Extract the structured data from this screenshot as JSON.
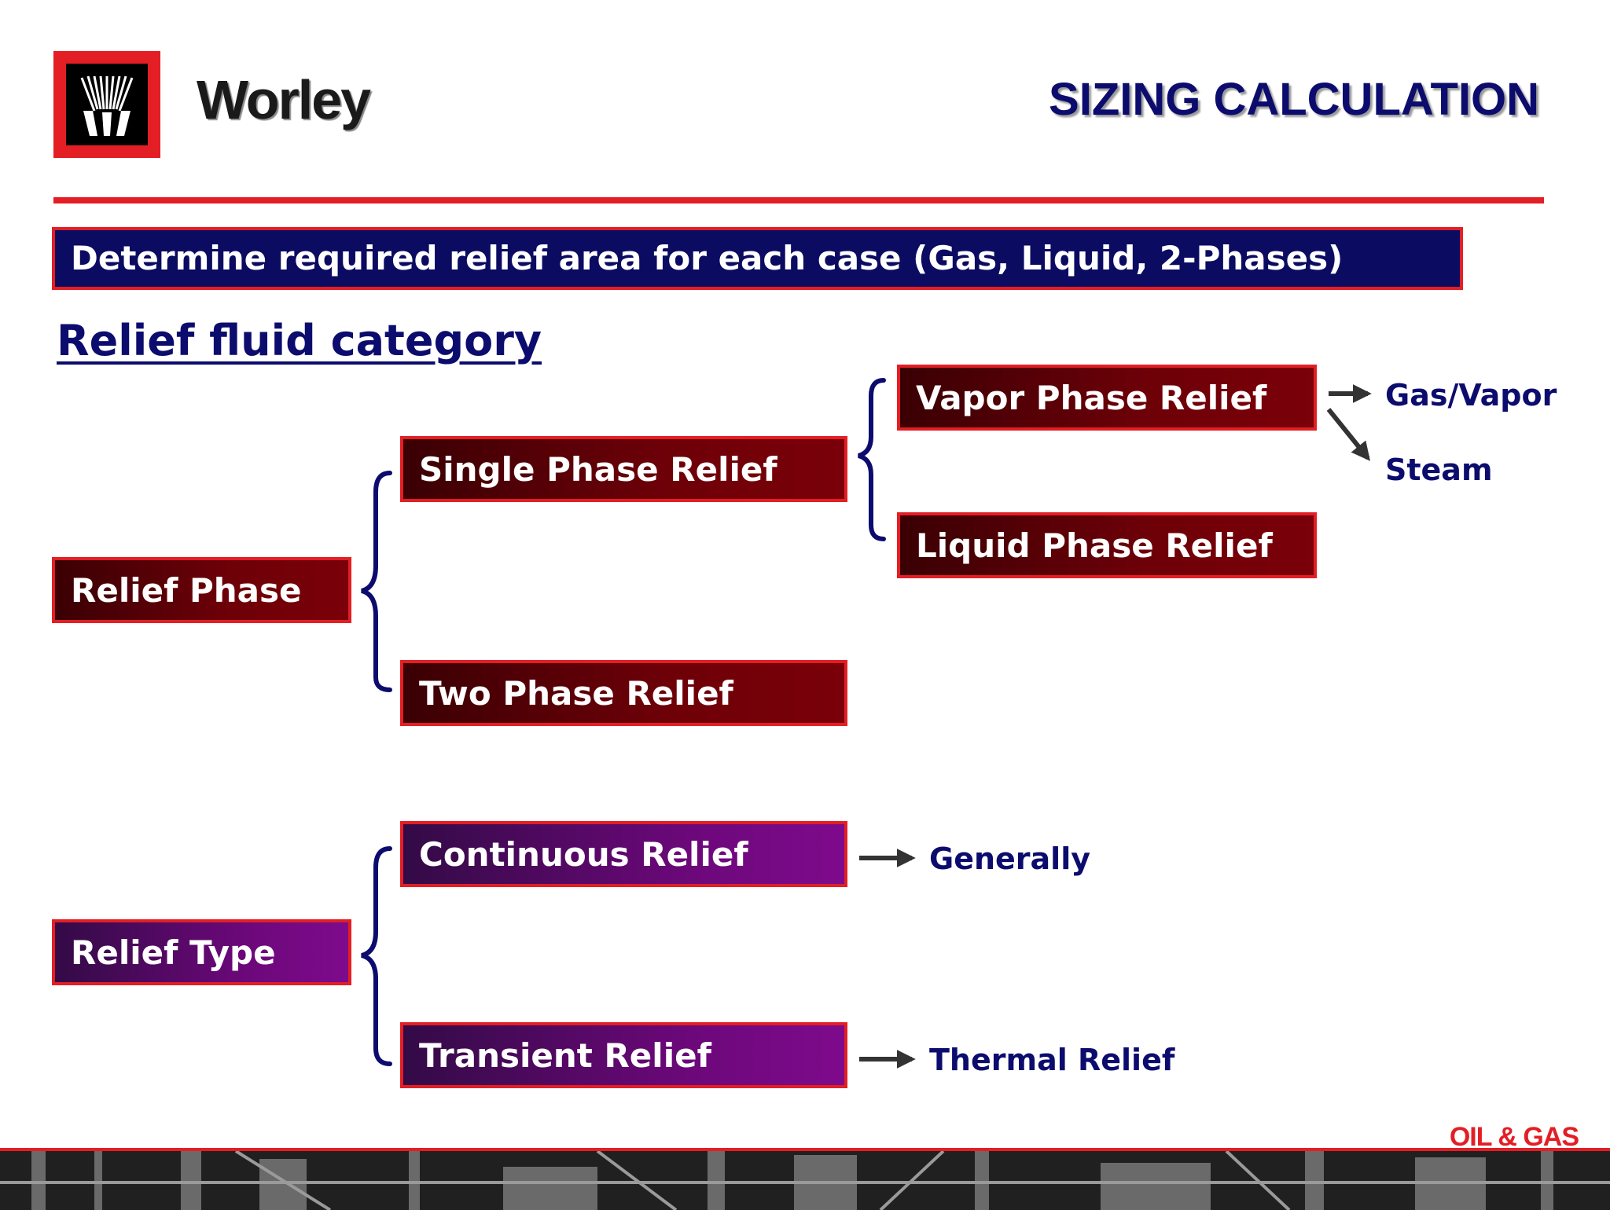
{
  "header": {
    "logo_text": "Worley",
    "title": "SIZING CALCULATION"
  },
  "banner": {
    "text": "Determine required relief area for each case (Gas, Liquid, 2-Phases)"
  },
  "section": {
    "heading": "Relief fluid category"
  },
  "phase_tree": {
    "root": "Relief Phase",
    "single": "Single Phase Relief",
    "two": "Two Phase Relief",
    "vapor": "Vapor Phase Relief",
    "liquid": "Liquid Phase Relief",
    "vapor_outcomes": [
      "Gas/Vapor",
      "Steam"
    ]
  },
  "type_tree": {
    "root": "Relief Type",
    "continuous": "Continuous Relief",
    "transient": "Transient Relief",
    "continuous_note": "Generally",
    "transient_note": "Thermal Relief"
  },
  "footer": {
    "label": "OIL & GAS"
  },
  "colors": {
    "accent_red": "#e31e24",
    "navy": "#0c0c6e",
    "box_red": "#6e0008",
    "box_purple": "#6c087a"
  }
}
